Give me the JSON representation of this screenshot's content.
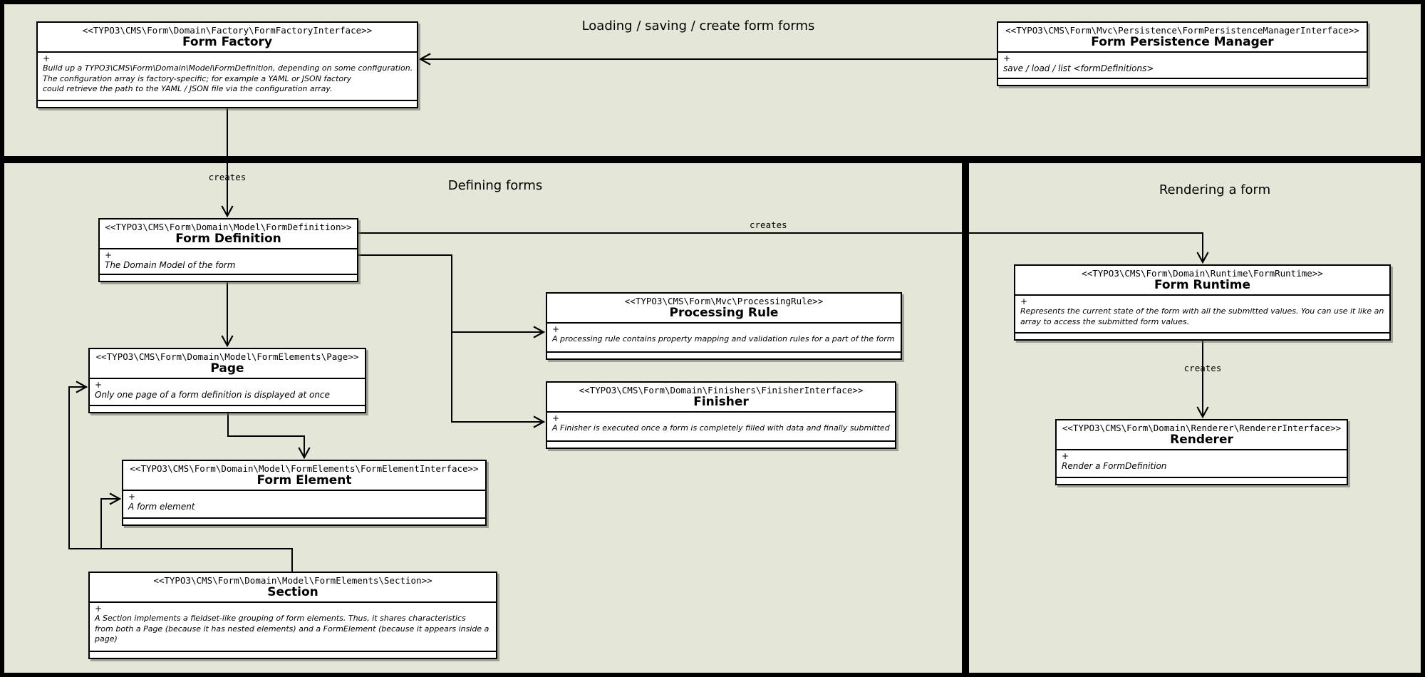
{
  "colors": {
    "background": "#e4e7d8",
    "box_background": "#ffffff",
    "line": "#000000"
  },
  "panels": {
    "top": {
      "title": "Loading / saving / create form forms"
    },
    "defining": {
      "title": "Defining forms"
    },
    "rendering": {
      "title": "Rendering a form"
    }
  },
  "connector_labels": {
    "factory_to_definition": "creates",
    "definition_to_runtime": "creates",
    "runtime_to_renderer": "creates"
  },
  "classes": {
    "form_factory": {
      "stereotype": "<<TYPO3\\CMS\\Form\\Domain\\Factory\\FormFactoryInterface>>",
      "title": "Form Factory",
      "visibility": "+",
      "description": [
        "Build up a TYPO3\\CMS\\Form\\Domain\\Model\\FormDefinition, depending on some configuration.",
        "The configuration array is factory-specific; for example a YAML or JSON factory",
        "could retrieve the path to the YAML / JSON file via the configuration array."
      ]
    },
    "form_persistence_manager": {
      "stereotype": "<<TYPO3\\CMS\\Form\\Mvc\\Persistence\\FormPersistenceManagerInterface>>",
      "title": "Form Persistence Manager",
      "visibility": "+",
      "description": [
        "save / load / list <formDefinitions>"
      ]
    },
    "form_definition": {
      "stereotype": "<<TYPO3\\CMS\\Form\\Domain\\Model\\FormDefinition>>",
      "title": "Form Definition",
      "visibility": "+",
      "description": [
        "The Domain Model of the form"
      ]
    },
    "page": {
      "stereotype": "<<TYPO3\\CMS\\Form\\Domain\\Model\\FormElements\\Page>>",
      "title": "Page",
      "visibility": "+",
      "description": [
        "Only one page of a form definition is displayed at once"
      ]
    },
    "form_element": {
      "stereotype": "<<TYPO3\\CMS\\Form\\Domain\\Model\\FormElements\\FormElementInterface>>",
      "title": "Form Element",
      "visibility": "+",
      "description": [
        "A form element"
      ]
    },
    "section": {
      "stereotype": "<<TYPO3\\CMS\\Form\\Domain\\Model\\FormElements\\Section>>",
      "title": "Section",
      "visibility": "+",
      "description": [
        "A Section implements a fieldset-like grouping of form elements. Thus, it shares characteristics",
        "from both a Page (because it has nested elements) and a FormElement (because it appears inside a",
        "page)"
      ]
    },
    "processing_rule": {
      "stereotype": "<<TYPO3\\CMS\\Form\\Mvc\\ProcessingRule>>",
      "title": "Processing Rule",
      "visibility": "+",
      "description": [
        "A processing rule contains property mapping and validation rules for a part of the form"
      ]
    },
    "finisher": {
      "stereotype": "<<TYPO3\\CMS\\Form\\Domain\\Finishers\\FinisherInterface>>",
      "title": "Finisher",
      "visibility": "+",
      "description": [
        "A Finisher is executed once a form is completely filled with data and finally submitted"
      ]
    },
    "form_runtime": {
      "stereotype": "<<TYPO3\\CMS\\Form\\Domain\\Runtime\\FormRuntime>>",
      "title": "Form Runtime",
      "visibility": "+",
      "description": [
        "Represents the current state of the form with all the submitted values. You can use it like an",
        "array to access the submitted form values."
      ]
    },
    "renderer": {
      "stereotype": "<<TYPO3\\CMS\\Form\\Domain\\Renderer\\RendererInterface>>",
      "title": "Renderer",
      "visibility": "+",
      "description": [
        "Render a FormDefinition"
      ]
    }
  }
}
